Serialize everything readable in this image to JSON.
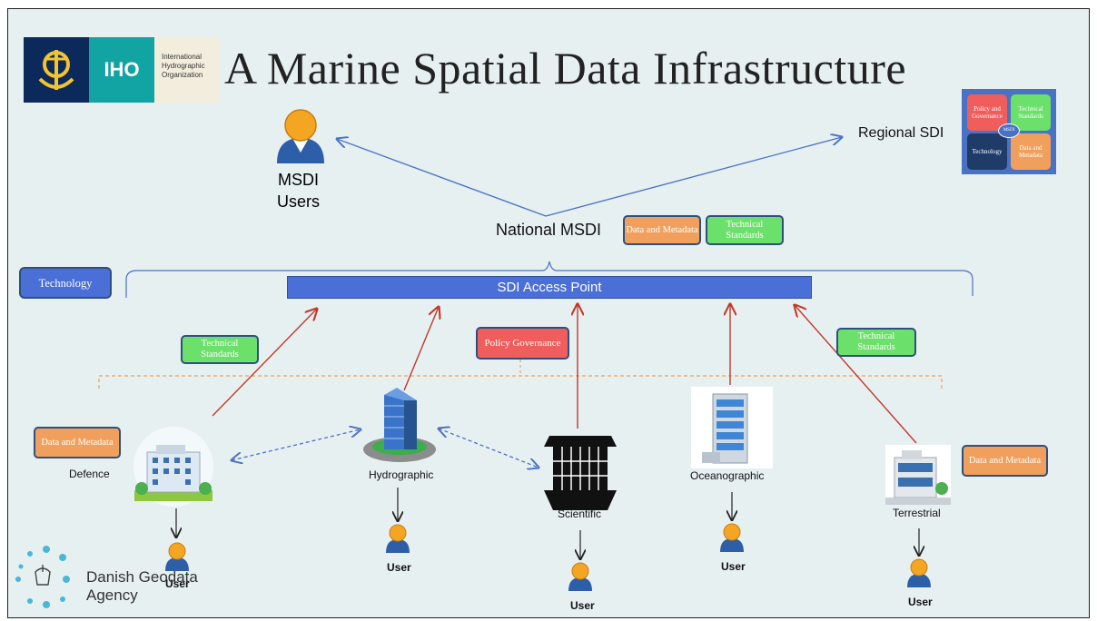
{
  "title": "A Marine Spatial Data Infrastructure",
  "logo": {
    "short": "IHO",
    "line1": "International",
    "line2": "Hydrographic",
    "line3": "Organization"
  },
  "msdi_users": {
    "line1": "MSDI",
    "line2": "Users"
  },
  "regional_sdi": "Regional SDI",
  "regional_icon": {
    "policy": "Policy and Governance",
    "standards": "Technical Standards",
    "technology": "Technology",
    "data": "Data and Metadata",
    "center": "MSDI"
  },
  "national_msdi": "National MSDI",
  "boxes": {
    "data_metadata": "Data and Metadata",
    "technical_standards": "Technical Standards",
    "technology": "Technology",
    "policy_governance": "Policy Governance"
  },
  "access_point": "SDI Access Point",
  "nodes": {
    "defence": "Defence",
    "hydrographic": "Hydrographic",
    "scientific": "Scientific",
    "oceanographic": "Oceanographic",
    "terrestrial": "Terrestrial"
  },
  "user_label": "User",
  "agency": {
    "line1": "Danish Geodata",
    "line2": "Agency"
  },
  "colors": {
    "orange": "#f0a05c",
    "green": "#6be06b",
    "red": "#ef5d5d",
    "blue": "#4a6fd6",
    "arrow_red": "#c0392b",
    "arrow_blue": "#4a72c4"
  }
}
